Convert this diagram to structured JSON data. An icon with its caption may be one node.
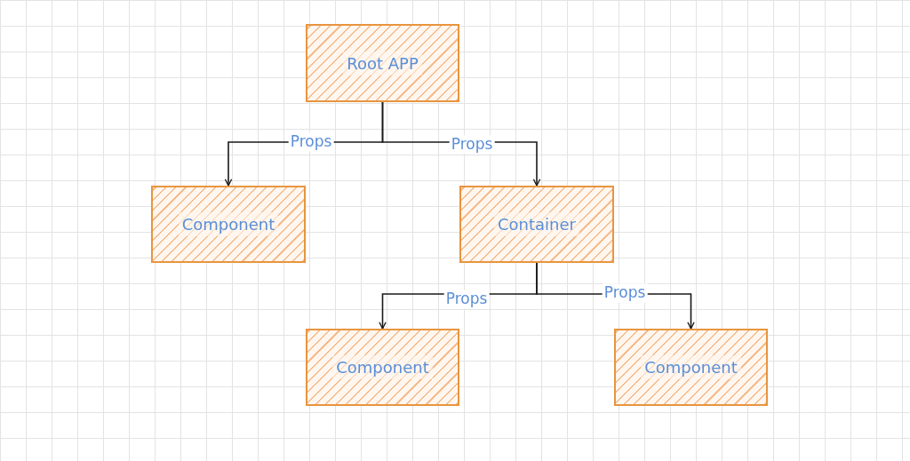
{
  "diagram": {
    "nodes": [
      {
        "text": [
          "Root APP"
        ]
      },
      {
        "text": [
          "Component"
        ]
      },
      {
        "text": [
          "Container"
        ]
      },
      {
        "text": [
          "Component"
        ]
      },
      {
        "text": [
          "Component"
        ]
      }
    ],
    "edges": [
      {
        "from": 0,
        "to": 1,
        "arrow": "to",
        "label": "Props"
      },
      {
        "from": 0,
        "to": 2,
        "arrow": "to",
        "label": "Props"
      },
      {
        "from": 2,
        "to": 3,
        "arrow": "to",
        "label": "Props"
      },
      {
        "from": 2,
        "to": 4,
        "arrow": "to",
        "label": "Props"
      }
    ]
  }
}
